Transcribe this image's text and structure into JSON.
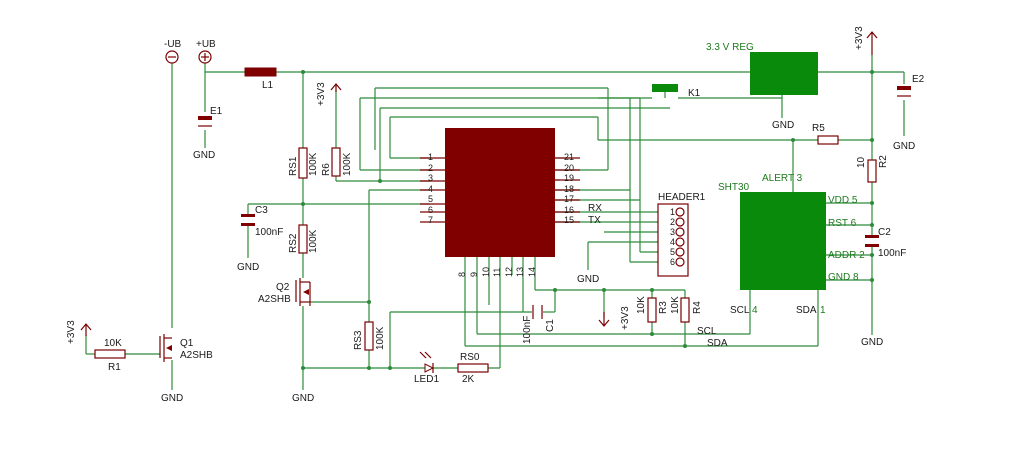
{
  "power": {
    "minus_ub": "-UB",
    "plus_ub": "+UB",
    "vcc_labels": [
      "+3V3",
      "+3V3",
      "+3V3",
      "+3V3"
    ],
    "gnd": "GND"
  },
  "components": {
    "L1": "L1",
    "E1": "E1",
    "E2": "E2",
    "RS1": {
      "name": "RS1",
      "value": "100K"
    },
    "RS2": {
      "name": "RS2",
      "value": "100K"
    },
    "RS3": {
      "name": "RS3",
      "value": "100K"
    },
    "R6": {
      "name": "R6",
      "value": "100K"
    },
    "C3": {
      "name": "C3",
      "value": "100nF"
    },
    "Q2": {
      "name": "Q2",
      "value": "A2SHB"
    },
    "Q1": {
      "name": "Q1",
      "value": "A2SHB"
    },
    "R1": {
      "name": "R1",
      "value": "10K"
    },
    "LED1": "LED1",
    "RS0": {
      "name": "RS0",
      "value": "2K"
    },
    "C1": {
      "name": "C1",
      "value": "100nF"
    },
    "R3": {
      "name": "R3",
      "value": "10K"
    },
    "R4": {
      "name": "R4",
      "value": "10K"
    },
    "R5": "R5",
    "R2": {
      "name": "R2",
      "value": "10"
    },
    "C2": {
      "name": "C2",
      "value": "100nF"
    },
    "K1": "K1",
    "header": "HEADER1",
    "reg": "3.3 V REG"
  },
  "mcu": {
    "left_pins": [
      "1",
      "2",
      "3",
      "4",
      "5",
      "6",
      "7"
    ],
    "right_pins": [
      "21",
      "20",
      "19",
      "18",
      "17",
      "16",
      "15"
    ],
    "bottom_pins": [
      "8",
      "9",
      "10",
      "11",
      "12",
      "13",
      "14"
    ],
    "rx": "RX",
    "tx": "TX"
  },
  "header_pins": [
    "1",
    "2",
    "3",
    "4",
    "5",
    "6"
  ],
  "sht30": {
    "name": "SHT30",
    "alert": "ALERT 3",
    "vdd": "VDD 5",
    "rst": "RST 6",
    "addr": "ADDR 2",
    "gnd": "GND 8",
    "scl": "SCL",
    "scl_pin": "4",
    "sda": "SDA",
    "sda_pin": "1"
  },
  "nets": {
    "scl": "SCL",
    "sda": "SDA"
  },
  "colors": {
    "wire": "#2e8b3a",
    "ic": "#800000",
    "green_part": "#0a8a0a"
  }
}
